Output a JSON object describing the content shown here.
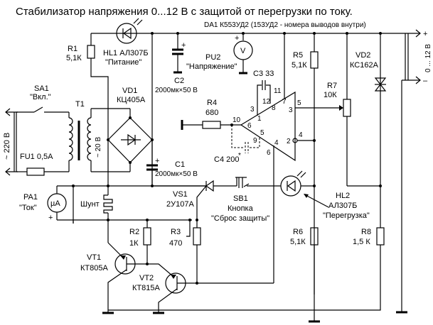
{
  "title": "Стабилизатор напряжения 0...12 В с защитой от перегрузки по току.",
  "opamp_note": "DA1 К553УД2  (153УД2 - номера выводов внутри)",
  "output": {
    "plus": "+",
    "minus": "–",
    "range": "0 ... 12 В"
  },
  "mains": {
    "label": "~ 220 В"
  },
  "components": {
    "SA1": {
      "ref": "SA1",
      "name": "\"Вкл.\""
    },
    "FU1": {
      "ref": "FU1  0,5А"
    },
    "T1": {
      "ref": "T1",
      "secondary": "~ 20 В"
    },
    "VD1": {
      "ref": "VD1",
      "type": "КЦ405А"
    },
    "R1": {
      "ref": "R1",
      "value": "5,1К"
    },
    "HL1": {
      "ref": "HL1 АЛ307Б",
      "name": "\"Питание\""
    },
    "C2": {
      "ref": "C2",
      "value": "2000мк×50 В"
    },
    "PU2": {
      "ref": "PU2",
      "name": "\"Напряжение\"",
      "symbol": "V",
      "pol": "+"
    },
    "C3": {
      "ref": "C3 33"
    },
    "R5": {
      "ref": "R5",
      "value": "5,1К"
    },
    "R7": {
      "ref": "R7",
      "value": "10К"
    },
    "VD2": {
      "ref": "VD2",
      "type": "КС162А"
    },
    "R4": {
      "ref": "R4",
      "value": "680"
    },
    "C4": {
      "ref": "C4 200",
      "mark": "*"
    },
    "C1": {
      "ref": "C1",
      "value": "2000мк×50 В",
      "pol": "+"
    },
    "PA1": {
      "ref": "PA1",
      "name": "\"Ток\"",
      "symbol": "µA",
      "pol": "+"
    },
    "shunt": {
      "ref": "Шунт"
    },
    "VS1": {
      "ref": "VS1",
      "type": "2У107А"
    },
    "SB1": {
      "ref": "SB1",
      "type": "Кнопка",
      "name": "\"Сброс защиты\""
    },
    "HL2": {
      "ref": "HL2",
      "type": "АЛ307Б",
      "name": "\"Перегрузка\""
    },
    "R2": {
      "ref": "R2",
      "value": "1К"
    },
    "R3": {
      "ref": "R3",
      "value": "470"
    },
    "R6": {
      "ref": "R6",
      "value": "5,1К"
    },
    "R8": {
      "ref": "R8",
      "value": "1,5 К"
    },
    "VT1": {
      "ref": "VT1",
      "type": "КТ805А"
    },
    "VT2": {
      "ref": "VT2",
      "type": "КТ815А"
    }
  },
  "pins": {
    "outer": [
      "11",
      "7",
      "3",
      "10",
      "6",
      "5",
      "9",
      "4",
      "2",
      "4",
      "5",
      "6"
    ],
    "p11": "11",
    "p12": "12",
    "p7": "7",
    "p8": "8",
    "p3a": "3",
    "p3b": "3",
    "p1": "1",
    "p10": "10",
    "p6a": "6",
    "p5a": "5",
    "p5b": "5",
    "p9": "9",
    "p4a": "4",
    "p4b": "4",
    "p2": "2",
    "p6b": "6"
  }
}
